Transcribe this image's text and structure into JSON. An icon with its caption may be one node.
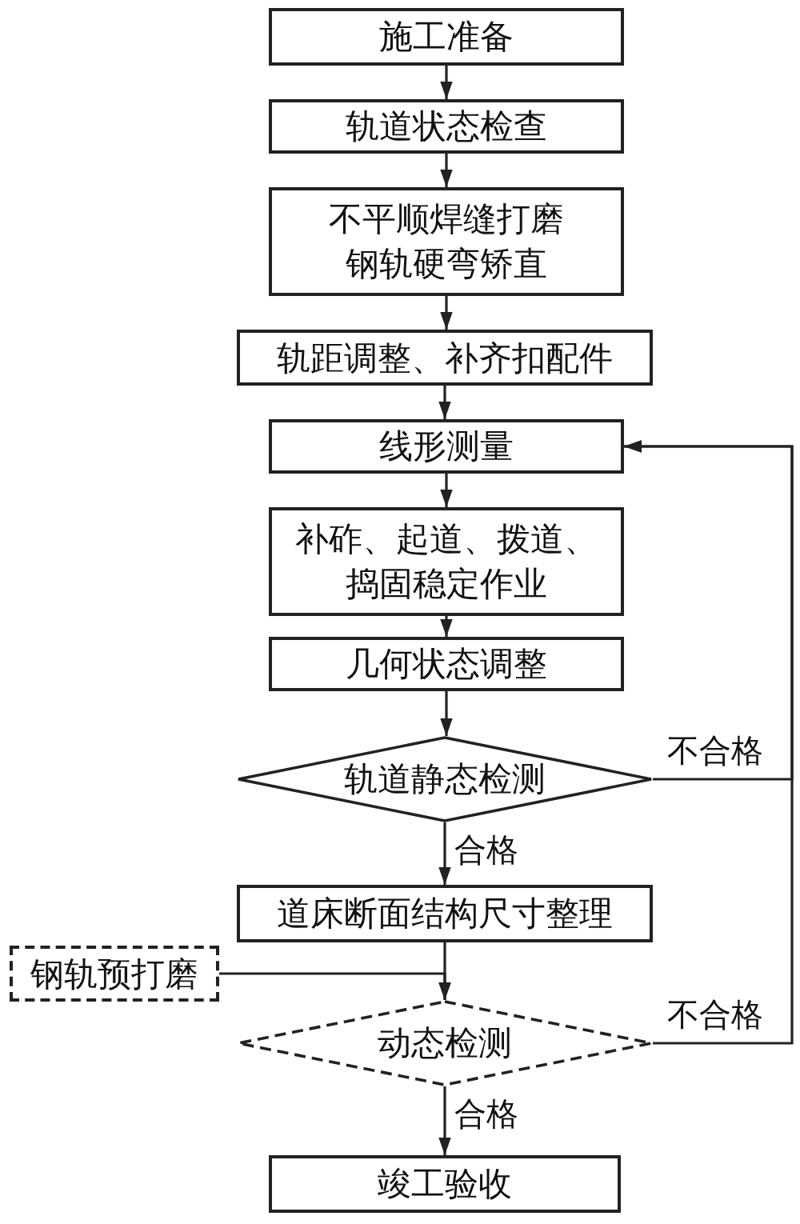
{
  "diagram": {
    "nodes": [
      {
        "text": [
          "施工准备"
        ]
      },
      {
        "text": [
          "轨道状态检查"
        ]
      },
      {
        "text": [
          "不平顺焊缝打磨钢轨硬弯矫直"
        ]
      },
      {
        "text": [
          "轨距调整、补齐扣配件"
        ]
      },
      {
        "text": [
          "线形测量"
        ]
      },
      {
        "text": [
          "补砟、起道、拨道、捣固稳定作业"
        ]
      },
      {
        "text": [
          "几何状态调整"
        ]
      },
      {
        "text": [
          "轨道静态检测"
        ]
      },
      {
        "text": [
          "道床断面结构尺寸整理"
        ]
      },
      {
        "text": [
          "钢轨预打磨"
        ]
      },
      {
        "text": [
          "动态检测"
        ]
      },
      {
        "text": [
          "竣工验收"
        ]
      }
    ],
    "edges": [
      {
        "from": 0,
        "to": 1,
        "arrow": "to"
      },
      {
        "from": 1,
        "to": 2,
        "arrow": "to"
      },
      {
        "from": 2,
        "to": 3,
        "arrow": "to"
      },
      {
        "from": 3,
        "to": 4,
        "arrow": "to"
      },
      {
        "from": 4,
        "to": 5,
        "arrow": "to"
      },
      {
        "from": 5,
        "to": 6,
        "arrow": "to"
      },
      {
        "from": 6,
        "to": 7,
        "arrow": "to"
      },
      {
        "from": 7,
        "to": 8,
        "arrow": "to",
        "label": "合格"
      },
      {
        "from": 7,
        "to": 4,
        "arrow": "to",
        "label": "不合格"
      },
      {
        "from": 8,
        "to": 10,
        "arrow": "to"
      },
      {
        "from": 9,
        "to": 10,
        "arrow": "to"
      },
      {
        "from": 10,
        "to": 4,
        "arrow": "to",
        "label": "不合格"
      },
      {
        "from": 10,
        "to": 11,
        "arrow": "to",
        "label": "合格"
      }
    ]
  }
}
